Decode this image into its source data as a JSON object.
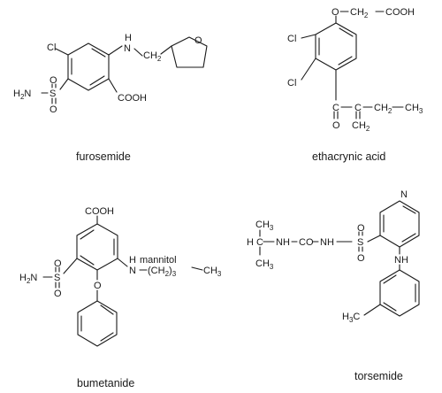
{
  "structures": [
    {
      "name": "furosemide",
      "atoms": {
        "cl": "Cl",
        "nh_n": "N",
        "nh_h": "H",
        "ch2": "CH",
        "ch2_sub": "2",
        "h2n": "H",
        "h2n_sub": "2",
        "h2n_n": "N",
        "s": "S",
        "o_top": "O",
        "o_bot": "O",
        "cooh": "COOH",
        "ring_o": "O"
      }
    },
    {
      "name": "ethacrynic acid",
      "atoms": {
        "o_ether": "O",
        "ch2": "CH",
        "ch2_sub": "2",
        "cooh": "COOH",
        "cl1": "Cl",
        "cl2": "Cl",
        "c_carbonyl": "C",
        "o_carbonyl": "O",
        "c_vinyl": "C",
        "ch2_ethyl": "CH",
        "ch2_ethyl_sub": "2",
        "ch3": "CH",
        "ch3_sub": "3",
        "ch2_exo": "CH",
        "ch2_exo_sub": "2"
      }
    },
    {
      "name": "bumetanide",
      "atoms": {
        "cooh": "COOH",
        "h": "H",
        "n": "N",
        "chain": "(CH",
        "chain_sub1": "2",
        "chain_mid": ")",
        "chain_sub2": "3",
        "chain_end": "CH",
        "chain_end_sub": "3",
        "h2n": "H",
        "h2n_sub": "2",
        "h2n_n": "N",
        "s": "S",
        "o_top": "O",
        "o_bot": "O",
        "o_ether": "O"
      },
      "annotation": "mannitol"
    },
    {
      "name": "torsemide",
      "atoms": {
        "ch3_top": "CH",
        "ch3_top_sub": "3",
        "hc": "H C",
        "nh1": "NH",
        "co": "CO",
        "nh2": "NH",
        "s": "S",
        "o_top": "O",
        "o_bot": "O",
        "ch3_bot": "CH",
        "ch3_bot_sub": "3",
        "pyr_n": "N",
        "nh_n": "N",
        "nh_h": "H",
        "h3c": "H",
        "h3c_sub": "3",
        "h3c_c": "C"
      }
    }
  ]
}
